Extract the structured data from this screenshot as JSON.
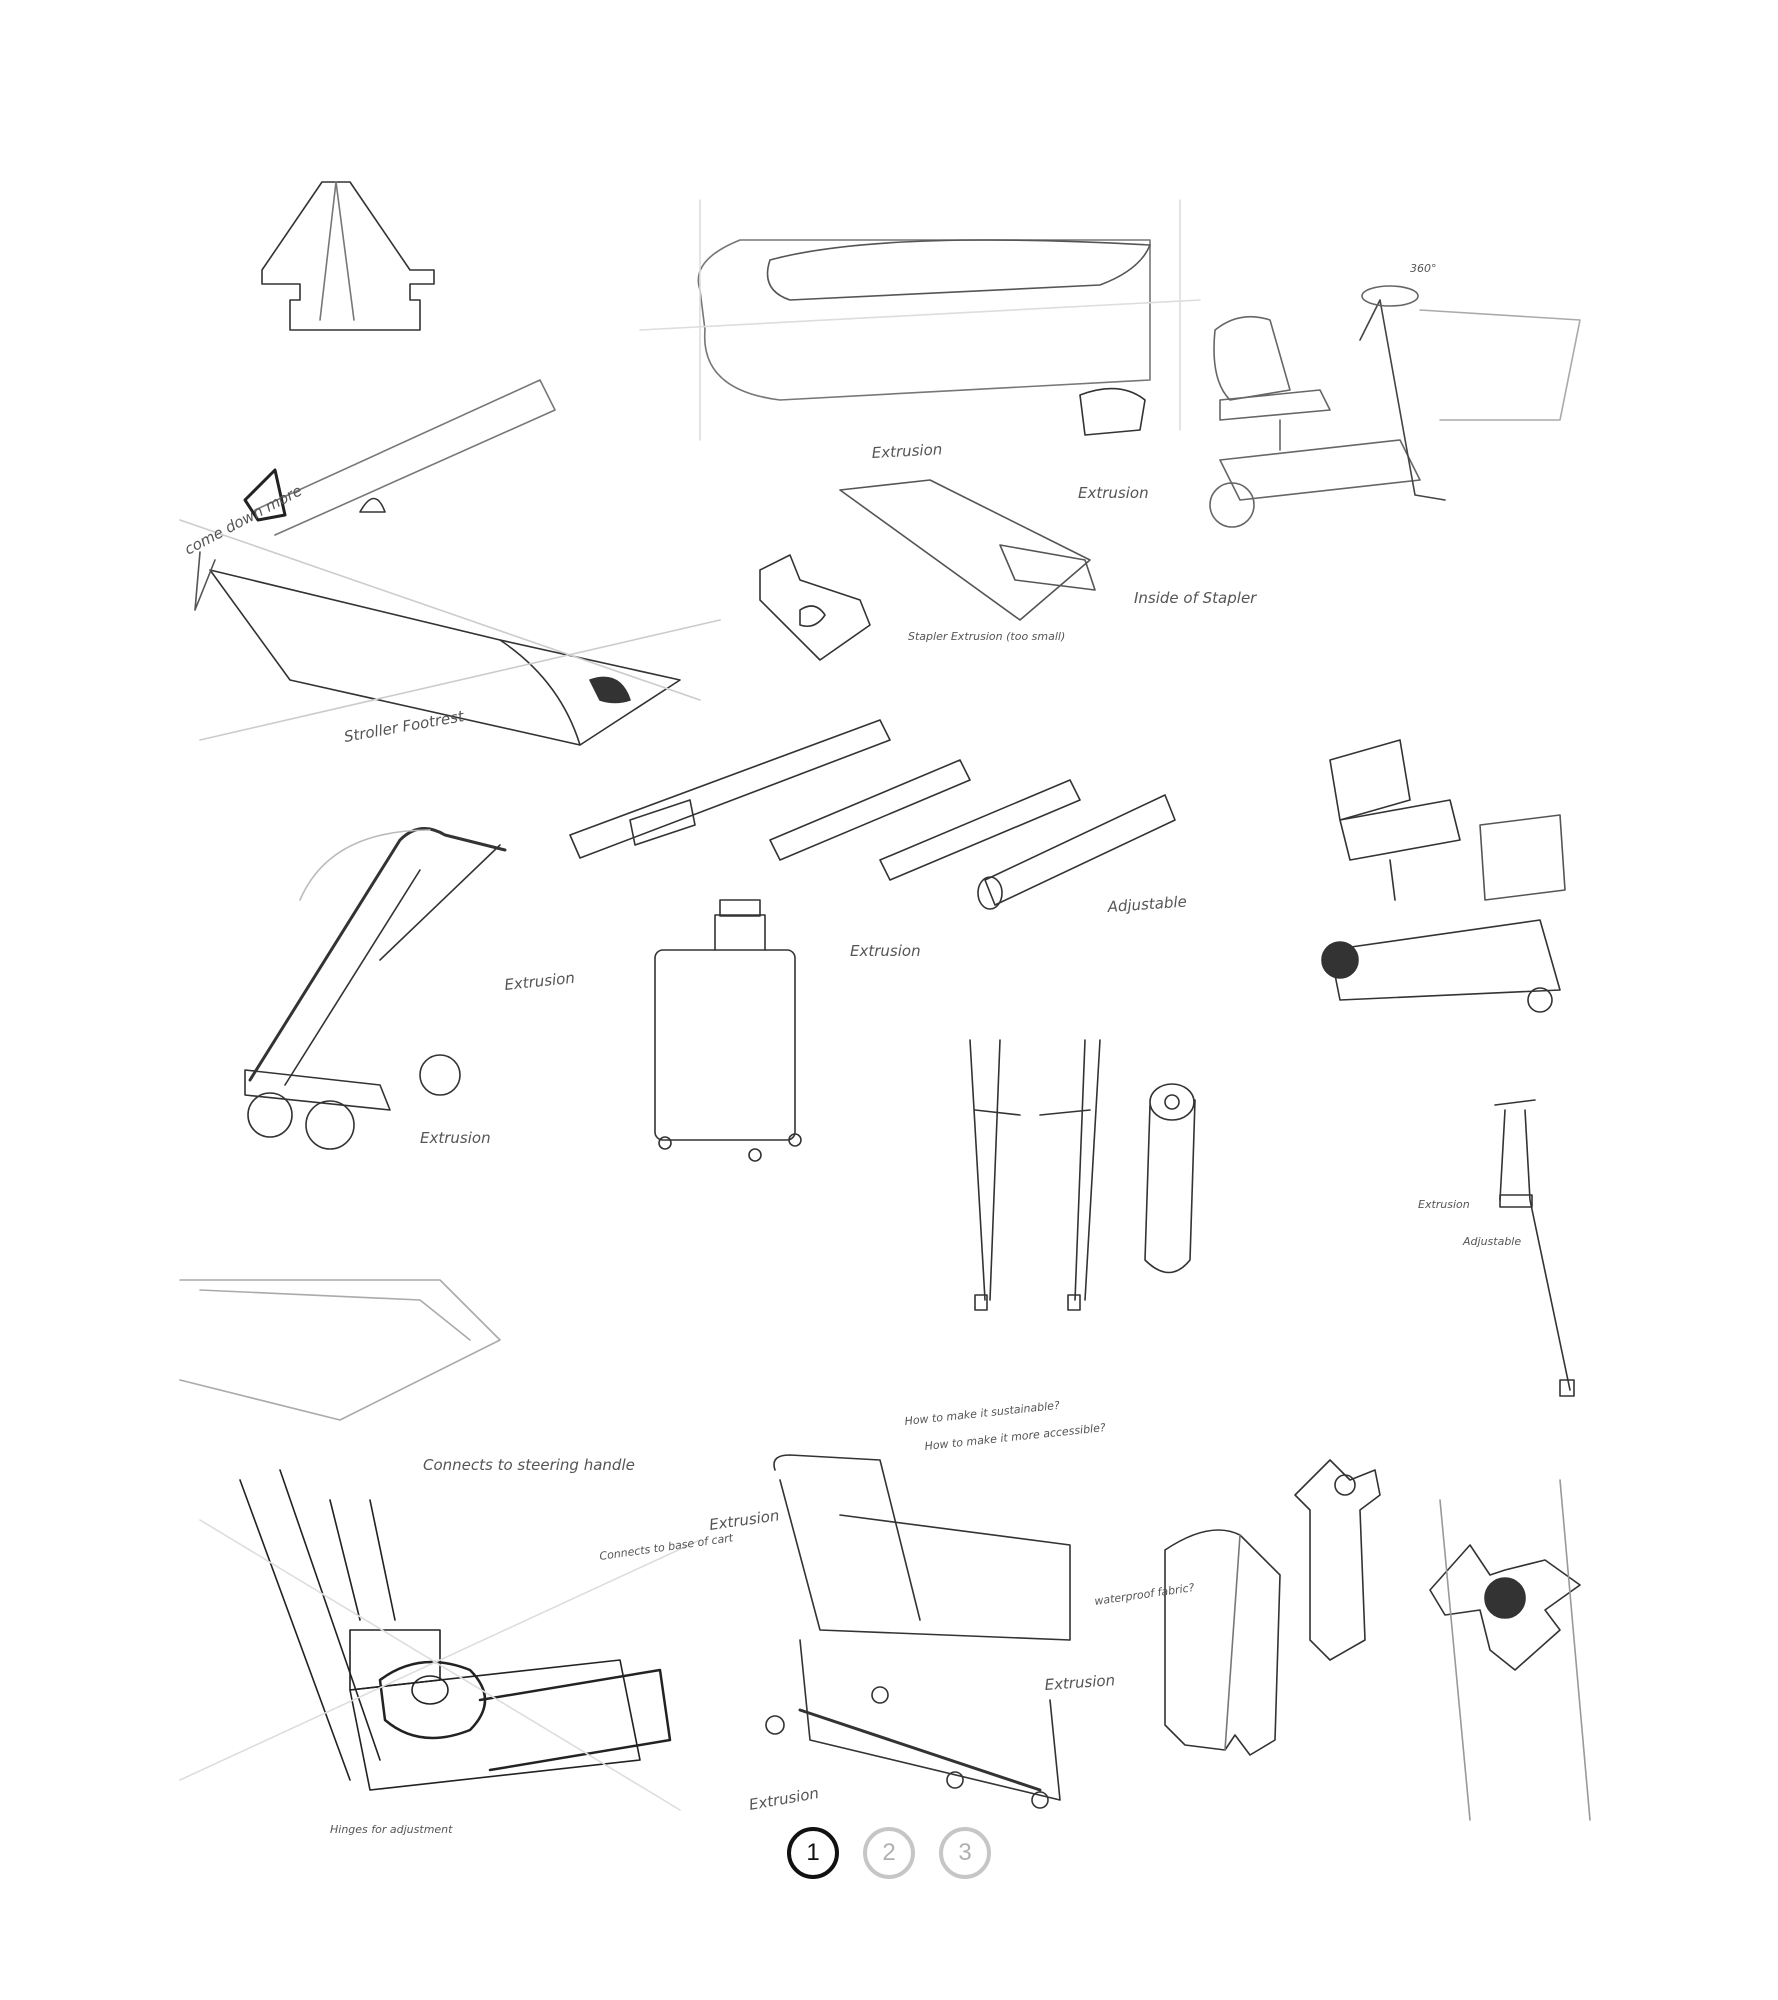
{
  "sketch_sheet": {
    "annotations": {
      "come_down_more": "come down more",
      "stroller_footrest": "Stroller Footrest",
      "extrusion": "Extrusion",
      "inside_of_stapler": "Inside of Stapler",
      "stapler_extrusion": "Stapler Extrusion (too small)",
      "angle_360": "360°",
      "adjustable": "Adjustable",
      "connects_to_steering_handle": "Connects to steering handle",
      "connects_to_base_of_cart": "Connects to base of cart",
      "hinges_for_adjustment": "Hinges for adjustment",
      "how_sustainable": "How to make it sustainable?",
      "how_accessible": "How to make it more accessible?",
      "waterproof_fabric": "waterproof fabric?"
    }
  },
  "pagination": {
    "pages": [
      "1",
      "2",
      "3"
    ],
    "active_page": "1"
  }
}
